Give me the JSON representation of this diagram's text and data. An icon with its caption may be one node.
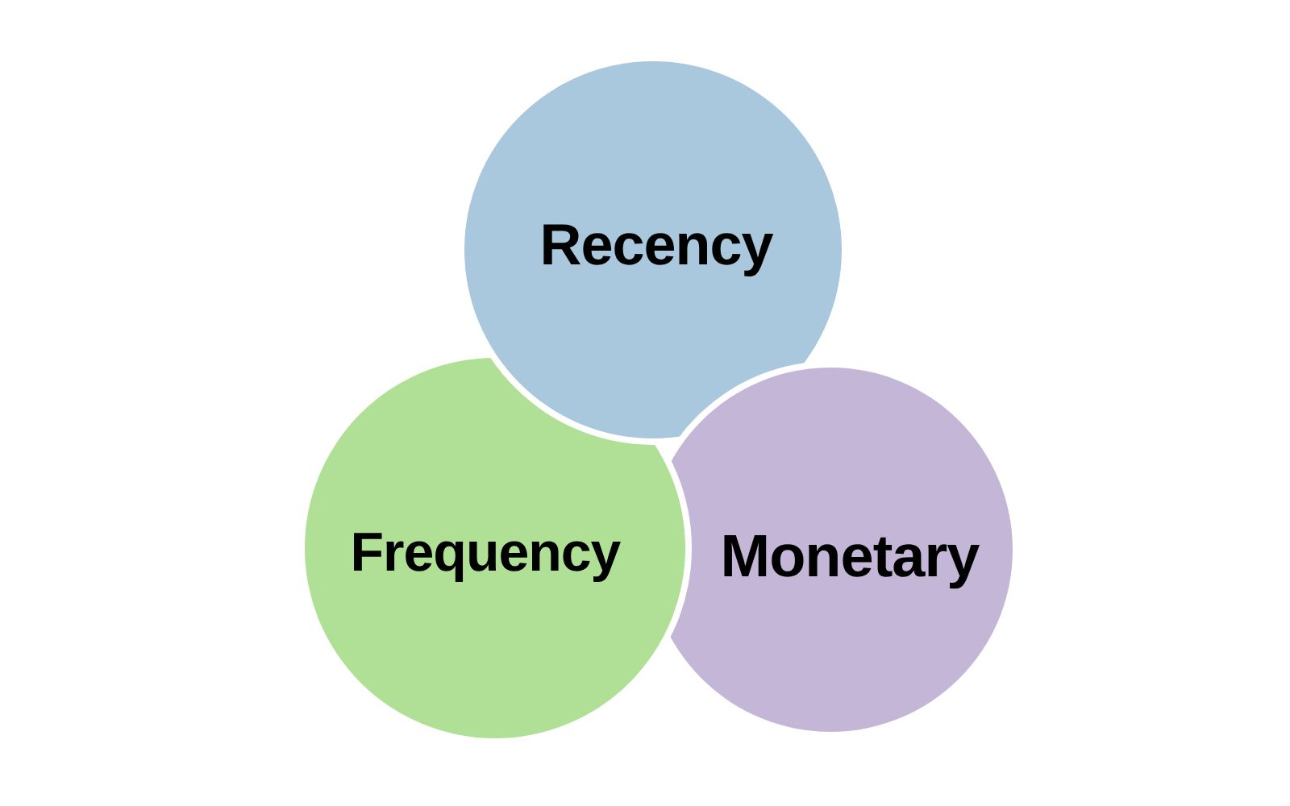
{
  "diagram": {
    "nodes": [
      {
        "text": [
          "Recency"
        ]
      },
      {
        "text": [
          "Frequency"
        ]
      },
      {
        "text": [
          "Monetary"
        ]
      }
    ]
  }
}
